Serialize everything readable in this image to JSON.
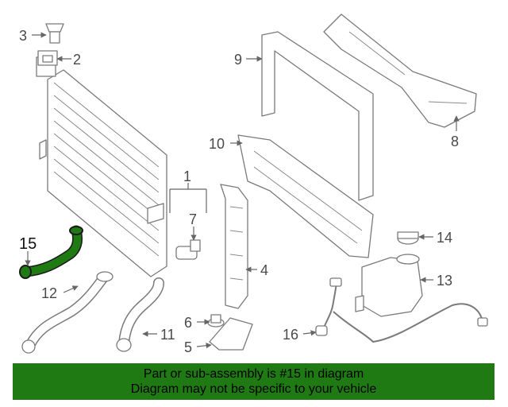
{
  "diagram": {
    "callouts": [
      "1",
      "2",
      "3",
      "4",
      "5",
      "6",
      "7",
      "8",
      "9",
      "10",
      "11",
      "12",
      "13",
      "14",
      "15",
      "16"
    ],
    "highlighted_part": "15",
    "highlight_color": "#1f7a14"
  },
  "banner": {
    "line1": "Part or sub-assembly is #15 in diagram",
    "line2": "Diagram may not be specific to your vehicle",
    "background": "#1f7a14"
  }
}
